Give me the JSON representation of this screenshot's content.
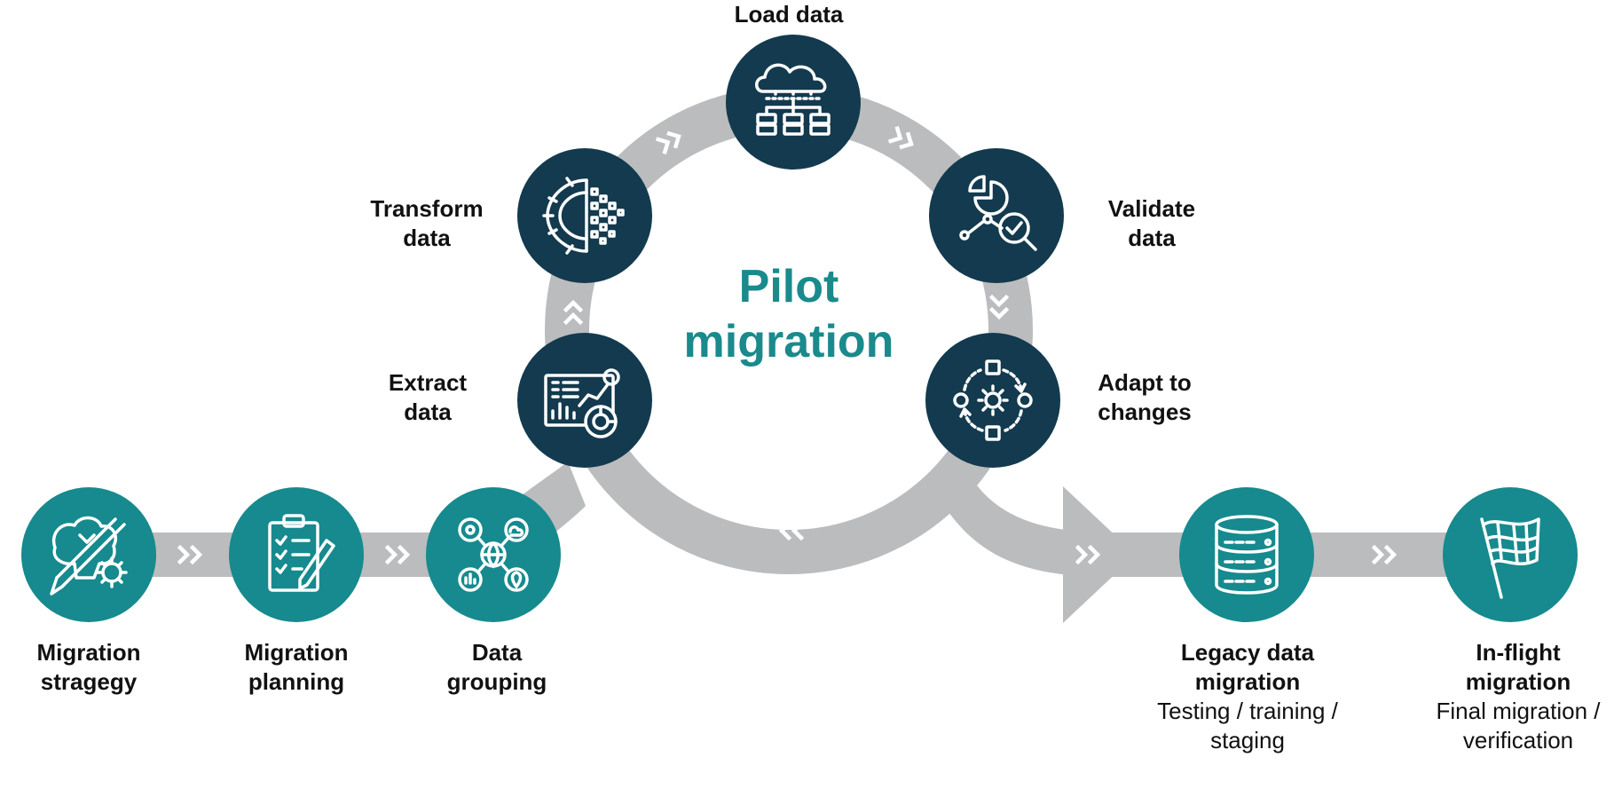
{
  "colors": {
    "arrow": "#bbbcbe",
    "chevron": "#ffffff",
    "dark_node": "#133a4e",
    "teal_node": "#168a8e",
    "title": "#1a8a8c",
    "text": "#111111"
  },
  "center_title": {
    "line1": "Pilot",
    "line2": "migration"
  },
  "nodes": {
    "migration_strategy": {
      "label_line1": "Migration",
      "label_line2": "stragegy",
      "icon": "brain-pencil-gear-icon"
    },
    "migration_planning": {
      "label_line1": "Migration",
      "label_line2": "planning",
      "icon": "clipboard-checklist-icon"
    },
    "data_grouping": {
      "label_line1": "Data",
      "label_line2": "grouping",
      "icon": "network-hub-icon"
    },
    "extract_data": {
      "label_line1": "Extract",
      "label_line2": "data",
      "icon": "dashboard-chart-icon"
    },
    "transform_data": {
      "label_line1": "Transform",
      "label_line2": "data",
      "icon": "gear-pixels-icon"
    },
    "load_data": {
      "label_line1": "Load data",
      "icon": "cloud-servers-icon"
    },
    "validate_data": {
      "label_line1": "Validate",
      "label_line2": "data",
      "icon": "analytics-magnifier-icon"
    },
    "adapt_to_changes": {
      "label_line1": "Adapt to",
      "label_line2": "changes",
      "icon": "gear-cycle-icon"
    },
    "legacy_data_migration": {
      "label_line1": "Legacy data",
      "label_line2": "migration",
      "sub_line1": "Testing / training /",
      "sub_line2": "staging",
      "icon": "database-icon"
    },
    "in_flight_migration": {
      "label_line1": "In-flight",
      "label_line2": "migration",
      "sub_line1": "Final migration /",
      "sub_line2": "verification",
      "icon": "checkered-flag-icon"
    }
  }
}
